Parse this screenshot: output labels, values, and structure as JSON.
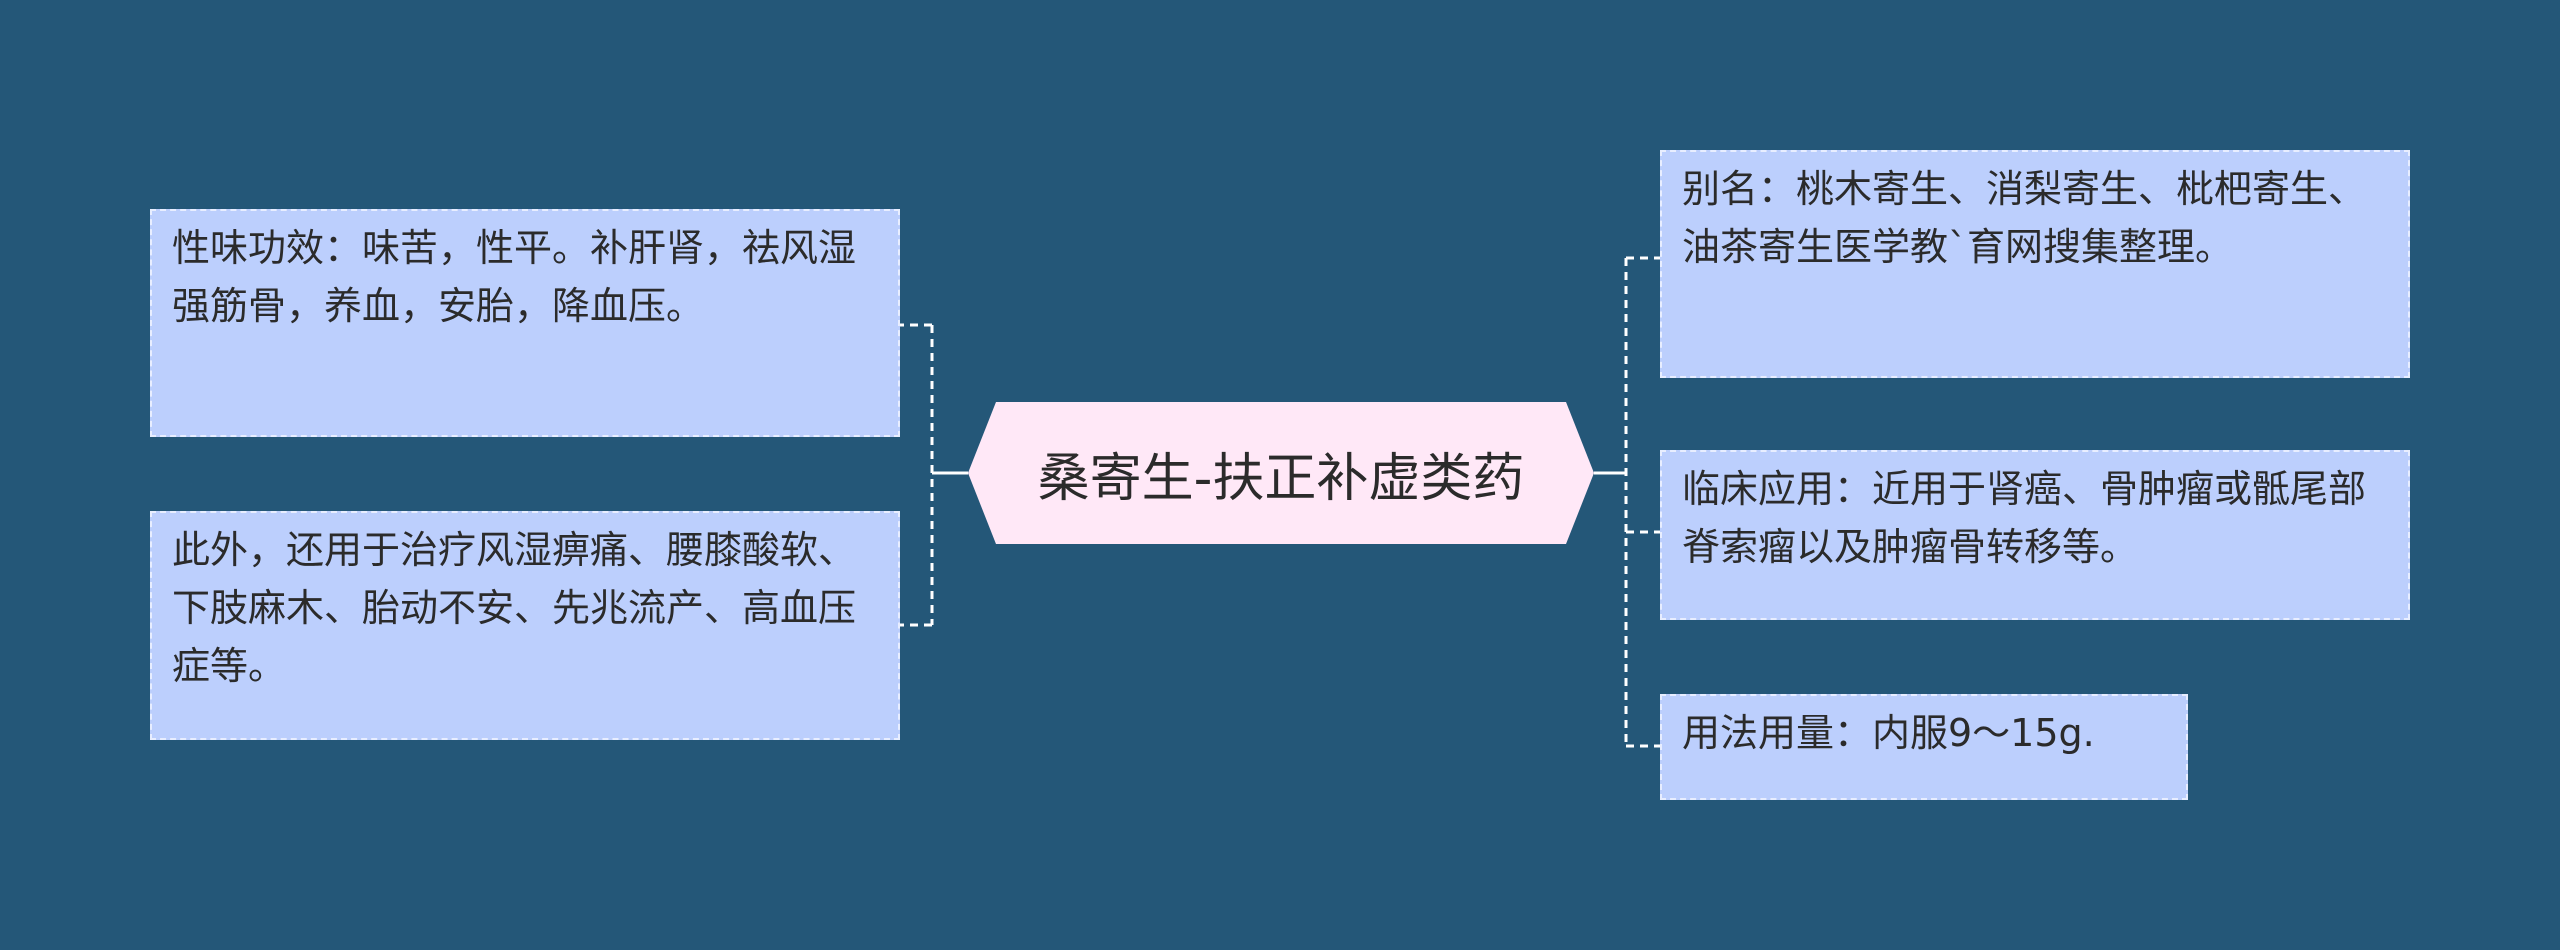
{
  "mindmap": {
    "center": {
      "label": "桑寄生-扶正补虚类药",
      "fill": "#ffe8f7"
    },
    "left_nodes": [
      {
        "id": "properties",
        "text": "性味功效：味苦，性平。补肝肾，祛风湿强筋骨，养血，安胎，降血压。"
      },
      {
        "id": "other-uses",
        "text": "此外，还用于治疗风湿痹痛、腰膝酸软、下肢麻木、胎动不安、先兆流产、高血压症等。"
      }
    ],
    "right_nodes": [
      {
        "id": "aliases",
        "text": "别名：桃木寄生、消梨寄生、枇杷寄生、油茶寄生医学教`育网搜集整理。"
      },
      {
        "id": "clinical",
        "text": "临床应用：近用于肾癌、骨肿瘤或骶尾部脊索瘤以及肿瘤骨转移等。"
      },
      {
        "id": "dosage",
        "text": "用法用量：内服9～15g."
      }
    ],
    "colors": {
      "background": "#245778",
      "node_fill": "#bccffd",
      "node_border": "#e8eeff",
      "center_fill": "#ffe8f7",
      "connector": "#ffffff",
      "text": "#2b2b2b"
    }
  }
}
